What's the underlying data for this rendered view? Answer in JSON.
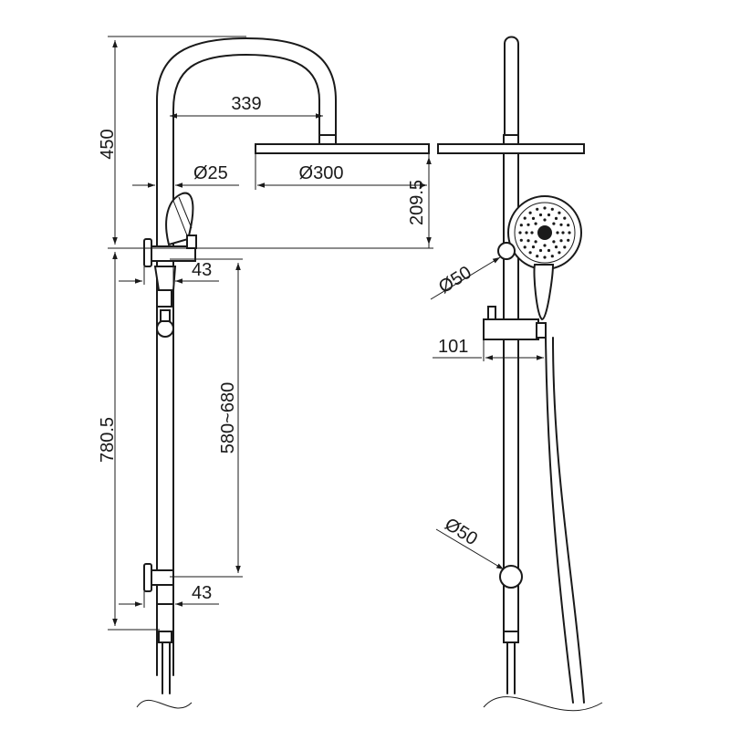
{
  "dimensions": {
    "total_upper_height": "450",
    "arm_reach": "339",
    "pipe_diameter": "Ø25",
    "head_diameter": "Ø300",
    "head_drop": "209.5",
    "bracket_offset_top": "43",
    "slide_range": "580~680",
    "rail_height": "780.5",
    "bracket_offset_bottom": "43",
    "handset_diameter": "Ø50",
    "holder_projection": "101",
    "wall_flange_diameter": "Ø50"
  }
}
